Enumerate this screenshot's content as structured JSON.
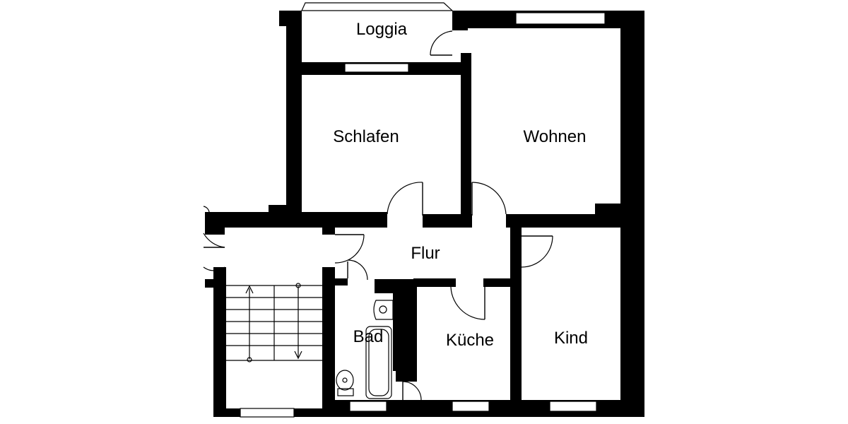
{
  "rooms": {
    "loggia": "Loggia",
    "schlafen": "Schlafen",
    "wohnen": "Wohnen",
    "flur": "Flur",
    "bad": "Bad",
    "kueche": "Küche",
    "kind": "Kind"
  }
}
